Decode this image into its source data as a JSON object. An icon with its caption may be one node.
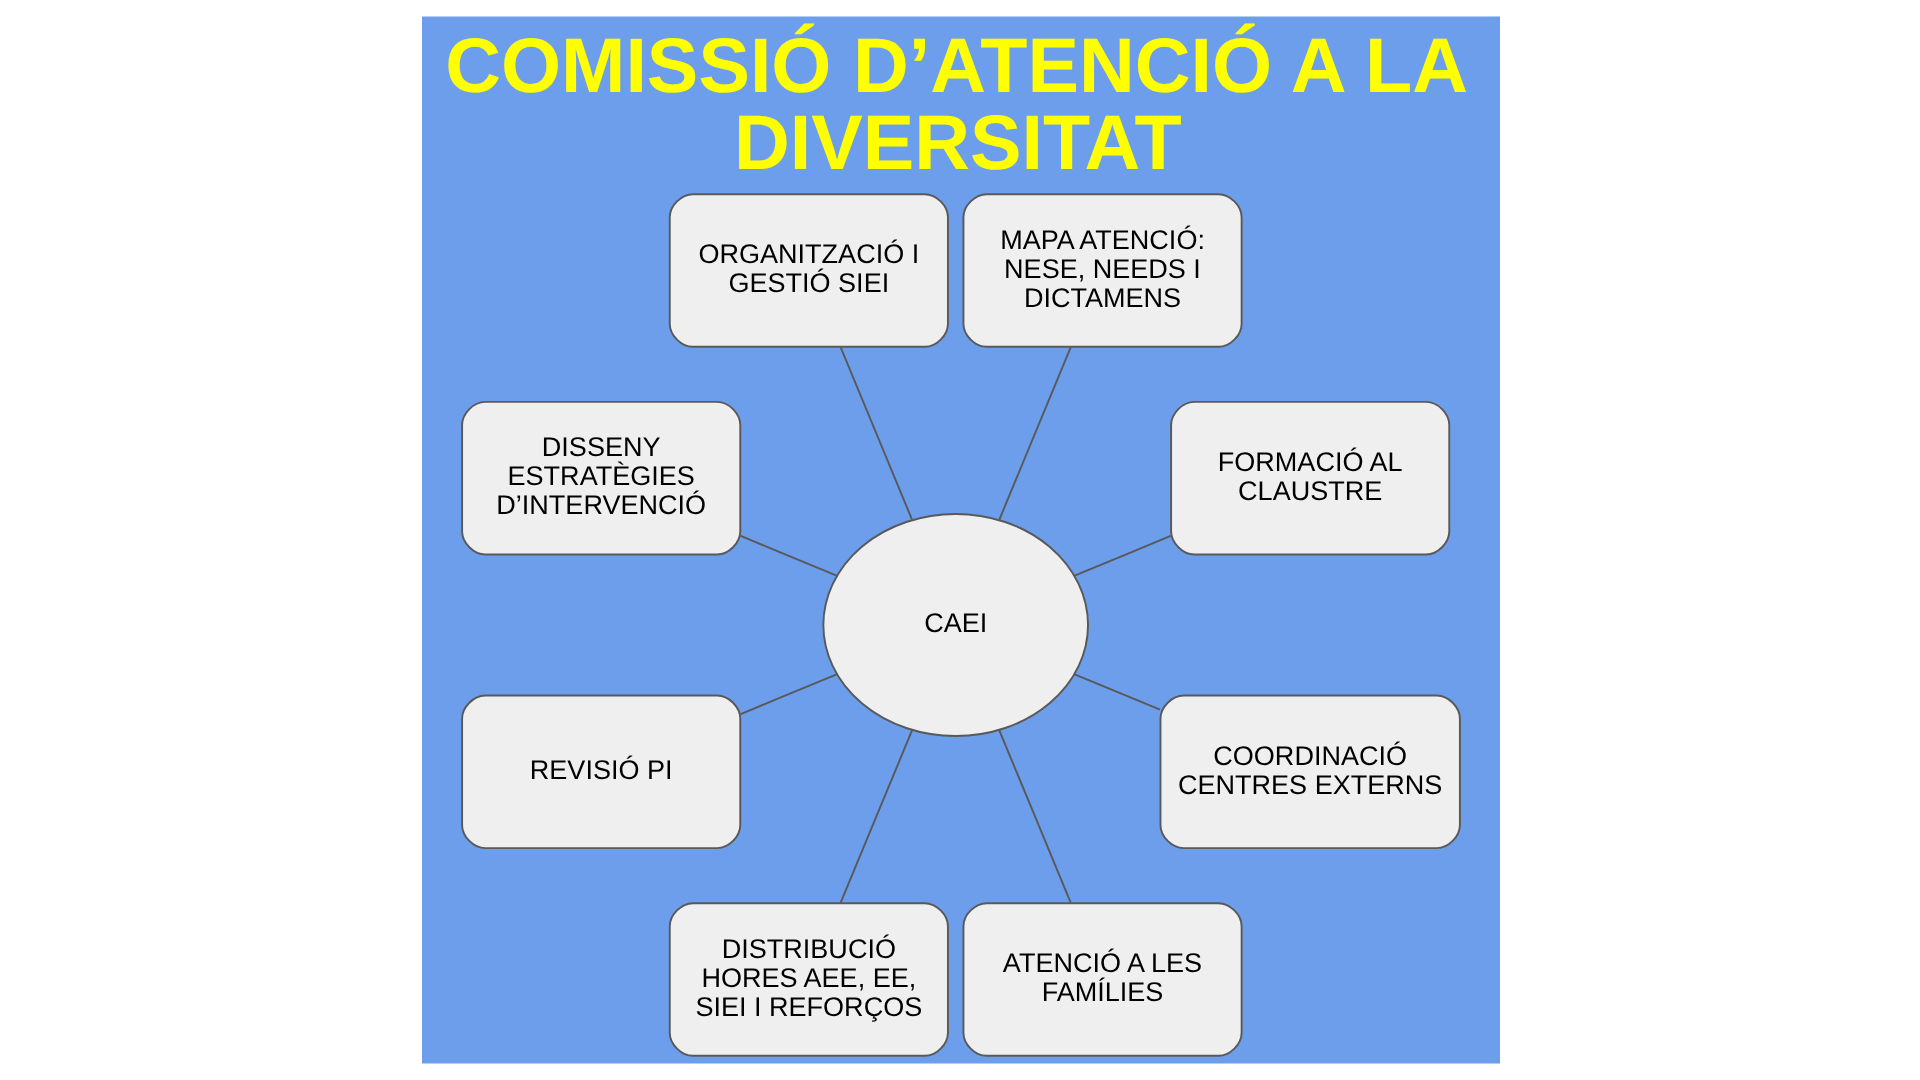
{
  "diagram": {
    "title": "COMISSIÓ D’ATENCIÓ A LA DIVERSITAT",
    "nodes": [
      {
        "text": [
          "FORMACIÓ AL CLAUSTRE"
        ]
      },
      {
        "text": [
          "CAEI"
        ]
      },
      {
        "text": [
          "MAPA ATENCIÓ: NESE, NEEDS I DICTAMENS"
        ]
      },
      {
        "text": [
          "ORGANITZACIÓ I GESTIÓ SIEI"
        ]
      },
      {
        "text": [
          "DISSENY ESTRATÈGIES D’INTERVENCIÓ"
        ]
      },
      {
        "text": [
          "REVISIÓ PI"
        ]
      },
      {
        "text": [
          "DISTRIBUCIÓ HORES AEE, EE, SIEI I REFORÇOS"
        ]
      },
      {
        "text": [
          "ATENCIÓ A LES FAMÍLIES"
        ]
      },
      {
        "text": [
          "COORDINACIÓ CENTRES EXTERNS"
        ]
      }
    ],
    "edges": [
      {
        "from": 1,
        "to": 0,
        "arrow": "none"
      },
      {
        "from": 1,
        "to": 3,
        "arrow": "none"
      },
      {
        "from": 1,
        "to": 8,
        "arrow": "none"
      },
      {
        "from": 1,
        "to": 7,
        "arrow": "none"
      },
      {
        "from": 1,
        "to": 6,
        "arrow": "none"
      },
      {
        "from": 1,
        "to": 5,
        "arrow": "none"
      },
      {
        "from": 1,
        "to": 4,
        "arrow": "none"
      },
      {
        "from": 1,
        "to": 2,
        "arrow": "none"
      }
    ]
  }
}
